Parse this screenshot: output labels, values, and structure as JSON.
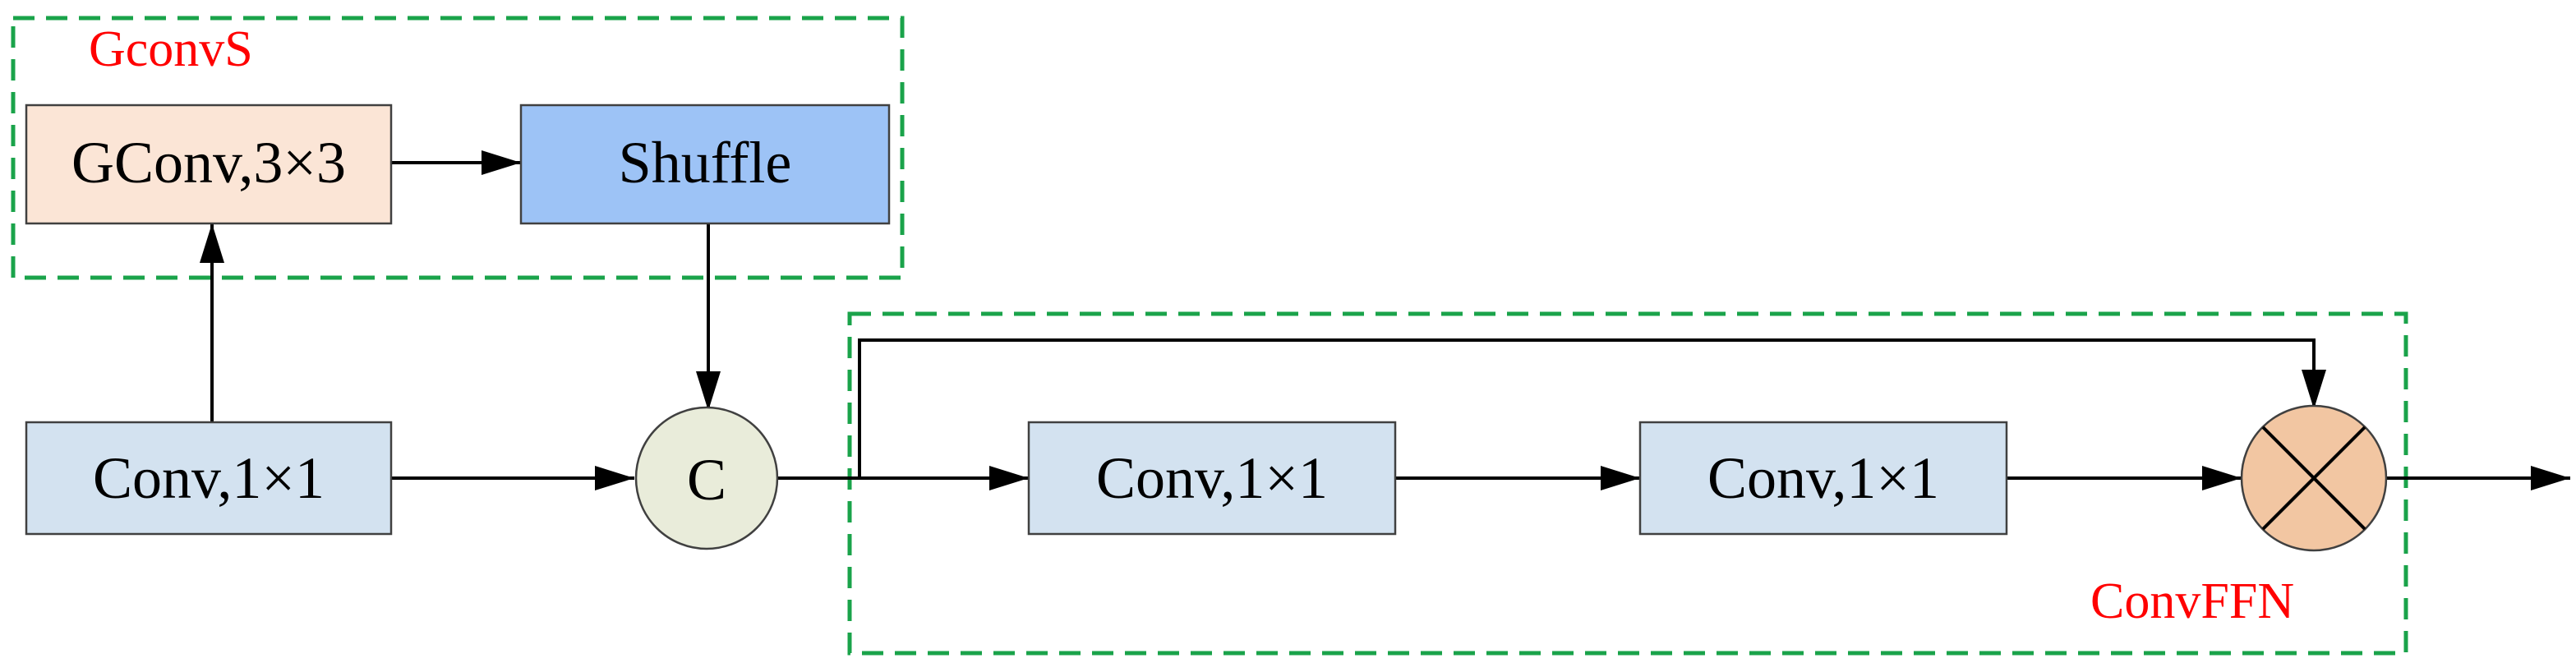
{
  "colors": {
    "group_border": "#1aa34a",
    "group_label": "#ff0000",
    "gconv_fill": "#fbe5d6",
    "shuffle_fill": "#9dc3f6",
    "conv_fill": "#d3e2f0",
    "concat_fill": "#e9ecda",
    "multiply_fill": "#f2c6a2",
    "stroke": "#000000"
  },
  "groups": {
    "gconvs": {
      "label": "GconvS"
    },
    "convffn": {
      "label": "ConvFFN"
    }
  },
  "nodes": {
    "gconv": {
      "label": "GConv,3×3"
    },
    "shuffle": {
      "label": "Shuffle"
    },
    "conv_input": {
      "label": "Conv,1×1"
    },
    "concat": {
      "label": "C",
      "icon": "concat-circle-icon"
    },
    "conv_ffn_1": {
      "label": "Conv,1×1"
    },
    "conv_ffn_2": {
      "label": "Conv,1×1"
    },
    "multiply": {
      "icon": "multiply-circle-icon"
    }
  }
}
